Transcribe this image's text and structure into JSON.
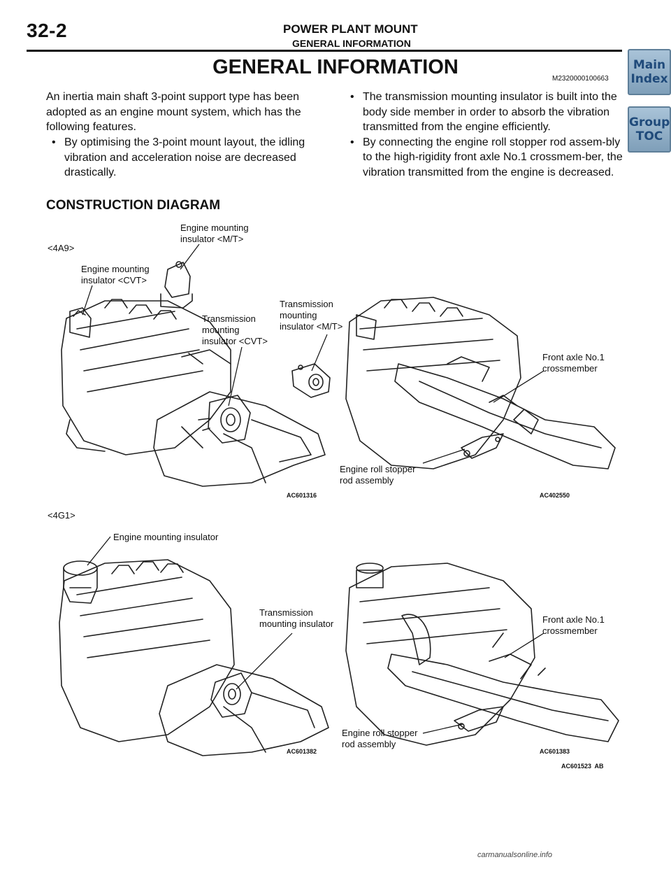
{
  "header": {
    "page_number": "32-2",
    "section": "POWER PLANT MOUNT",
    "subsection": "GENERAL INFORMATION"
  },
  "nav": {
    "main_index_line1": "Main",
    "main_index_line2": "Index",
    "group_toc_line1": "Group",
    "group_toc_line2": "TOC"
  },
  "main_title": "GENERAL INFORMATION",
  "doc_id": "M2320000100663",
  "intro": "An inertia main shaft 3-point support type has been adopted as an engine mount system, which has the following features.",
  "bullets_left": [
    "By optimising the 3-point mount layout, the idling vibration and acceleration noise are decreased drastically."
  ],
  "bullets_right": [
    "The transmission mounting insulator is built into the body side member in order to absorb the vibration transmitted from the engine efficiently.",
    "By connecting the engine roll stopper rod assem-bly to the high-rigidity front axle No.1 crossmem-ber, the vibration transmitted from the engine is decreased."
  ],
  "diagram": {
    "heading": "CONSTRUCTION DIAGRAM",
    "label_4a9": "<4A9>",
    "label_4g1": "<4G1>",
    "callouts": {
      "engine_mount_mt": "Engine mounting\ninsulator <M/T>",
      "engine_mount_cvt": "Engine mounting\ninsulator <CVT>",
      "trans_mount_cvt": "Transmission\nmounting\ninsulator <CVT>",
      "trans_mount_mt": "Transmission\nmounting\ninsulator <M/T>",
      "front_axle_1": "Front axle No.1\ncrossmember",
      "roll_stopper_1": "Engine roll stopper\nrod assembly",
      "engine_mount_4g1": "Engine mounting insulator",
      "trans_mount_4g1": "Transmission\nmounting insulator",
      "front_axle_2": "Front axle No.1\ncrossmember",
      "roll_stopper_2": "Engine roll stopper\nrod assembly"
    },
    "codes": {
      "c1": "AC601316",
      "c2": "AC402550",
      "c3": "AC601382",
      "c4": "AC601383",
      "c5": "AC601523",
      "c5_suffix": "AB"
    }
  },
  "footer_credit": "carmanualsonline.info"
}
